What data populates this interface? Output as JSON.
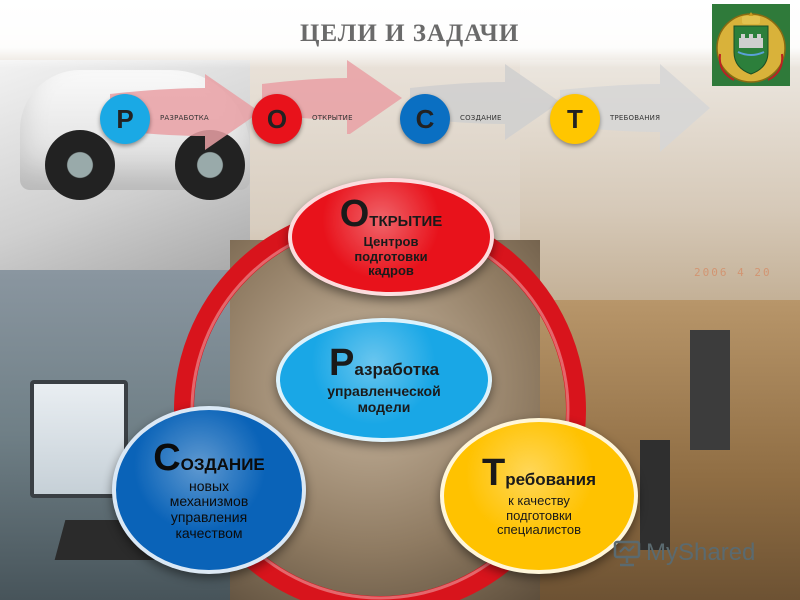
{
  "slide": {
    "title": "ЦЕЛИ И ЗАДАЧИ"
  },
  "steps": [
    {
      "letter": "Р",
      "label": "РАЗРАБОТКА",
      "circle_color": "#1aa9e5",
      "arrow_color": "#e9a0a5"
    },
    {
      "letter": "О",
      "label": "ОТКРЫТИЕ",
      "circle_color": "#e8121b",
      "arrow_color": "#e9a0a5"
    },
    {
      "letter": "С",
      "label": "СОЗДАНИЕ",
      "circle_color": "#0a6fc2",
      "arrow_color": "#cfcfcf"
    },
    {
      "letter": "Т",
      "label": "ТРЕБОВАНИЯ",
      "circle_color": "#ffc600",
      "arrow_color": "#d6d6d6"
    }
  ],
  "cycle": {
    "ring_color": "#d8141c",
    "nodes": {
      "open": {
        "initial": "О",
        "rest": "ТКРЫТИЕ",
        "body": [
          "Центров",
          "подготовки",
          "кадров"
        ],
        "color": "#e8121b",
        "text_color": "#1a1a1a"
      },
      "develop": {
        "initial": "Р",
        "rest": "азработка",
        "body": [
          "управленческой",
          "модели"
        ],
        "color": "#19a7e6",
        "text_color": "#1a1a1a"
      },
      "requirements": {
        "initial": "Т",
        "rest": "ребования",
        "body": [
          "к качеству",
          "подготовки",
          "специалистов"
        ],
        "color": "#ffc200",
        "text_color": "#1a1a1a"
      },
      "create": {
        "initial": "С",
        "rest": "ОЗДАНИЕ",
        "body": [
          "новых",
          "механизмов",
          "управления",
          "качеством"
        ],
        "color": "#0a63b8",
        "text_color": "#0b0b0b"
      }
    }
  },
  "watermark": {
    "text": "MyShared",
    "color": "#5a6a70"
  },
  "photo_datestamp": "2006 4 20"
}
